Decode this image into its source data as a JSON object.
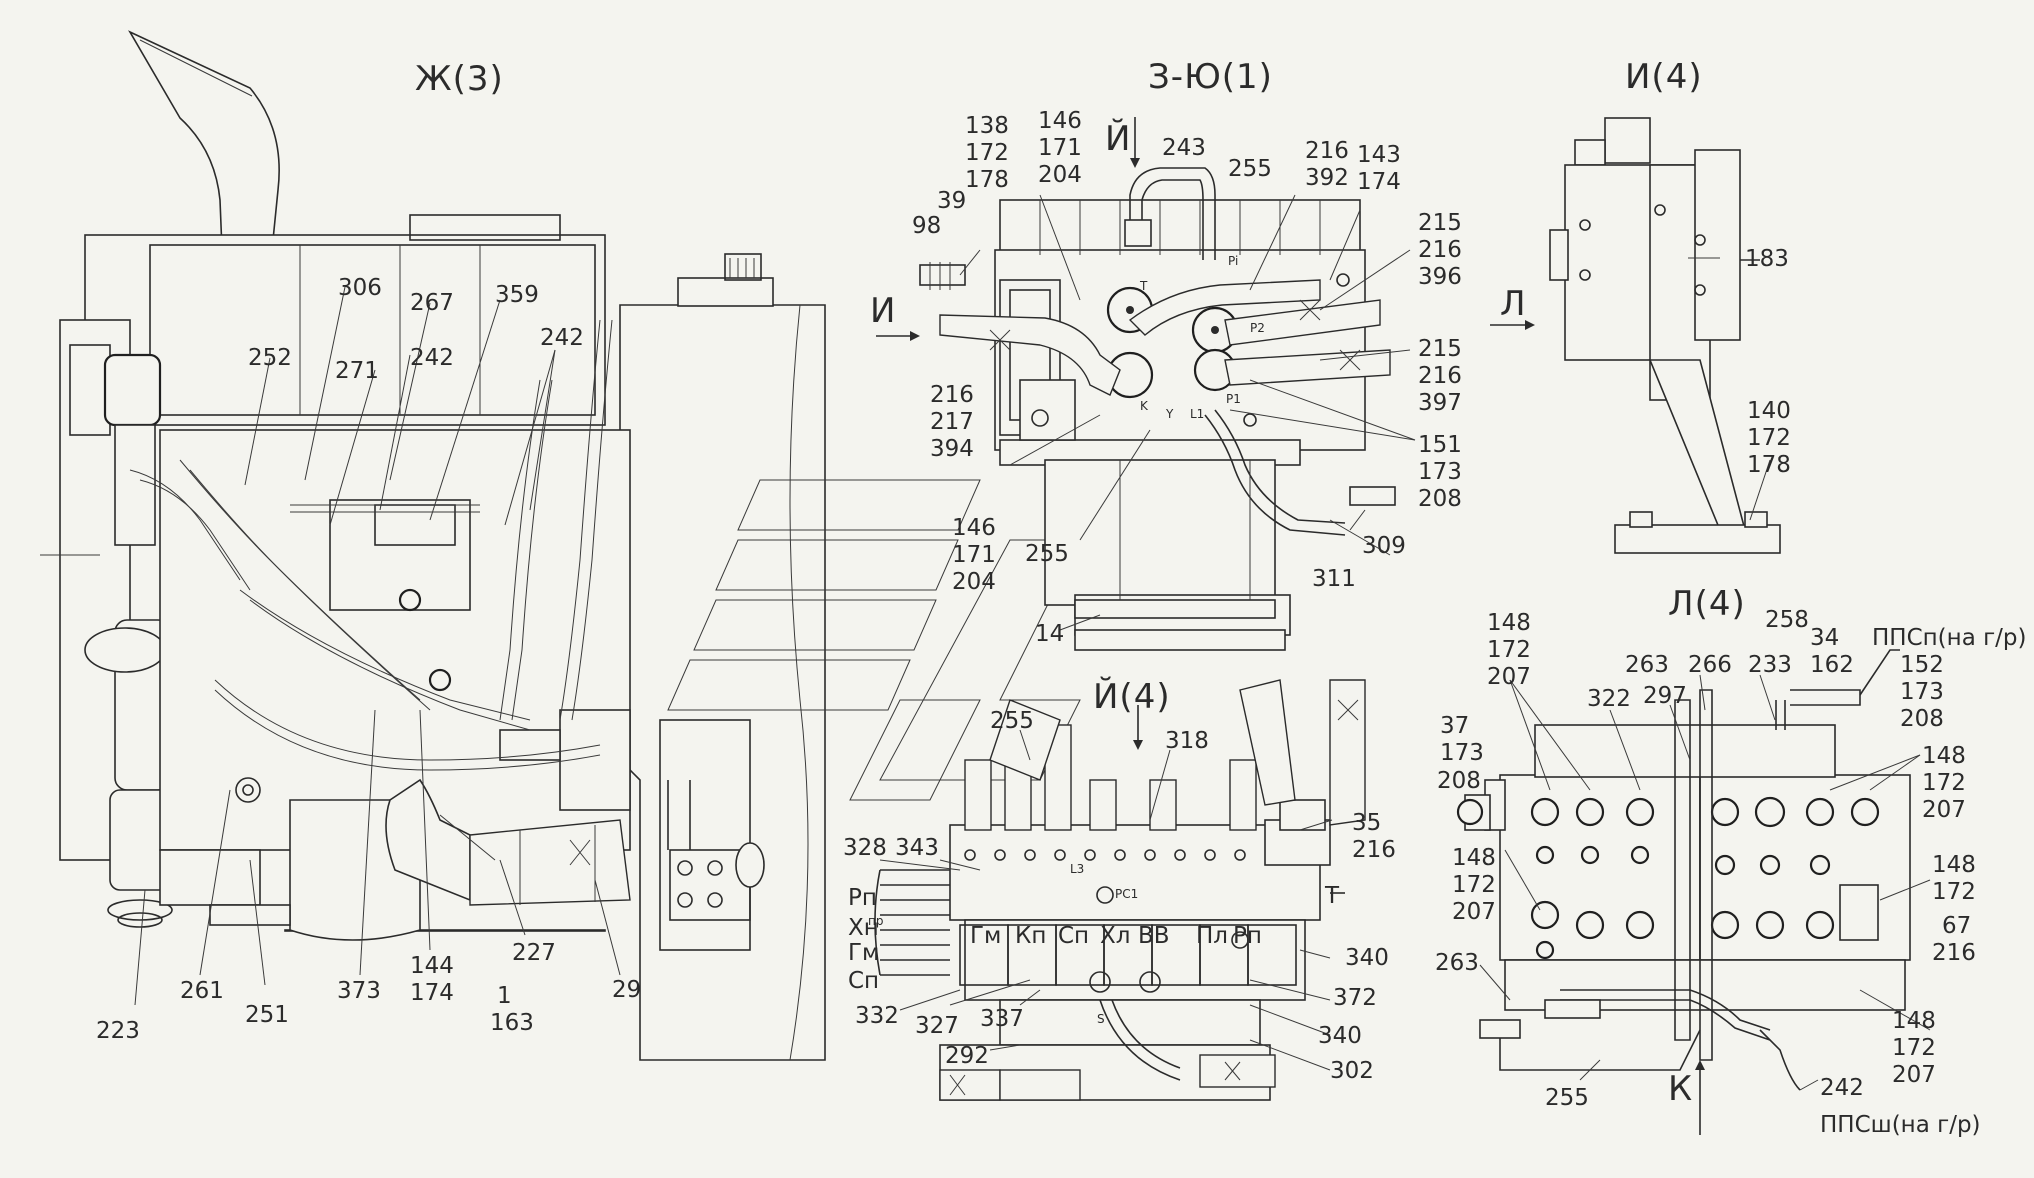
{
  "views": {
    "zh": "Ж(3)",
    "ze": "З-Ю(1)",
    "i": "И(4)",
    "y": "Й(4)",
    "l": "Л(4)"
  },
  "arrows": {
    "i": "И",
    "y": "Й",
    "l": "Л",
    "k": "К"
  },
  "codes": {
    "pi": "Pi",
    "t": "T",
    "p2": "P2",
    "p1": "P1",
    "k": "K",
    "y": "Y",
    "l1": "L1",
    "pc1": "PC1",
    "l3": "L3",
    "s": "S",
    "gm": "Гм",
    "kp": "Кп",
    "sp": "Сп",
    "khl": "Хл",
    "vv": "ВВ",
    "pl": "Пл",
    "rp": "Рп",
    "rn": "Рп",
    "khn": "Хн",
    "khn_sup": "пр",
    "gm2": "Гм",
    "sp2": "Сп",
    "t_big": "T"
  },
  "labels": {
    "l306": "306",
    "l267": "267",
    "l359": "359",
    "l252": "252",
    "l271": "271",
    "l242a": "242",
    "l242b": "242",
    "l223": "223",
    "l261": "261",
    "l251": "251",
    "l373": "373",
    "l144": "144",
    "l174a": "174",
    "l227": "227",
    "l1": "1",
    "l163": "163",
    "l29": "29",
    "l138": "138",
    "l172a": "172",
    "l178a": "178",
    "l146a": "146",
    "l171a": "171",
    "l204a": "204",
    "l243": "243",
    "l255a": "255",
    "l216a": "216",
    "l392": "392",
    "l143": "143",
    "l174b": "174",
    "l39": "39",
    "l98": "98",
    "l215a": "215",
    "l216b": "216",
    "l396": "396",
    "l215b": "215",
    "l216c": "216",
    "l397": "397",
    "l151": "151",
    "l173a": "173",
    "l208a": "208",
    "l216d": "216",
    "l217": "217",
    "l394": "394",
    "l146b": "146",
    "l171b": "171",
    "l204b": "204",
    "l255b": "255",
    "l309": "309",
    "l311": "311",
    "l14": "14",
    "l183": "183",
    "l140": "140",
    "l172b": "172",
    "l178b": "178",
    "l255c": "255",
    "l318": "318",
    "l328": "328",
    "l343": "343",
    "l35": "35",
    "l216e": "216",
    "l340a": "340",
    "l372": "372",
    "l340b": "340",
    "l302": "302",
    "l332": "332",
    "l327": "327",
    "l337": "337",
    "l292": "292",
    "l148a": "148",
    "l172c": "172",
    "l207a": "207",
    "l322": "322",
    "l263a": "263",
    "l297": "297",
    "l266": "266",
    "l258": "258",
    "l233": "233",
    "l34": "34",
    "l162": "162",
    "lpps1": "ППСп(на г/р)",
    "l152": "152",
    "l173b": "173",
    "l208b": "208",
    "l37": "37",
    "l173c": "173",
    "l208c": "208",
    "l148b": "148",
    "l172d": "172",
    "l207b": "207",
    "l148c": "148",
    "l172e": "172",
    "l207c": "207",
    "l148d": "148",
    "l172f": "172",
    "l67": "67",
    "l216f": "216",
    "l263b": "263",
    "l148e": "148",
    "l172g": "172",
    "l207d": "207",
    "l242c": "242",
    "l255d": "255",
    "lpps2": "ППСш(на г/р)"
  }
}
